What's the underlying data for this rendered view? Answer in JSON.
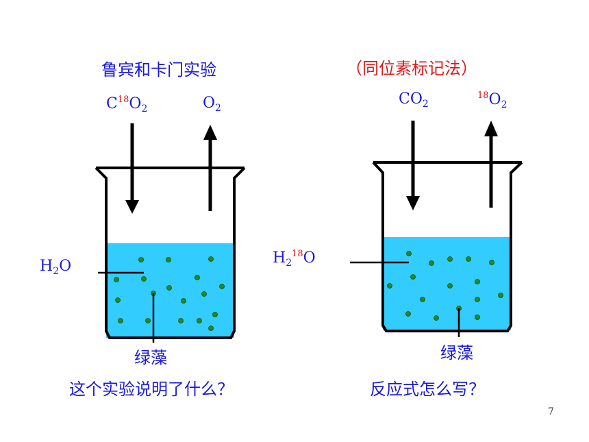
{
  "left": {
    "title": "鲁宾和卡门实验",
    "input_gas": {
      "pre": "C",
      "sup": "18",
      "base": "O",
      "sub": "2"
    },
    "output_gas": {
      "base": "O",
      "sub": "2"
    },
    "water": {
      "base1": "H",
      "sub": "2",
      "base2": "O"
    },
    "algae_label": "绿藻",
    "question": "这个实验说明了什么？"
  },
  "right": {
    "title": "（同位素标记法）",
    "input_gas": {
      "base": "CO",
      "sub": "2"
    },
    "output_gas": {
      "sup": "18",
      "base": "O",
      "sub": "2"
    },
    "water": {
      "base1": "H",
      "sub": "2",
      "sup": "18",
      "base2": "O"
    },
    "algae_label": "绿藻",
    "question": "反应式怎么写？"
  },
  "page_number": "7",
  "colors": {
    "text_blue": "#1a1adc",
    "label_red": "#d81c1c",
    "water": "#33ccff",
    "algae": "#228b22",
    "beaker": "#000000"
  }
}
